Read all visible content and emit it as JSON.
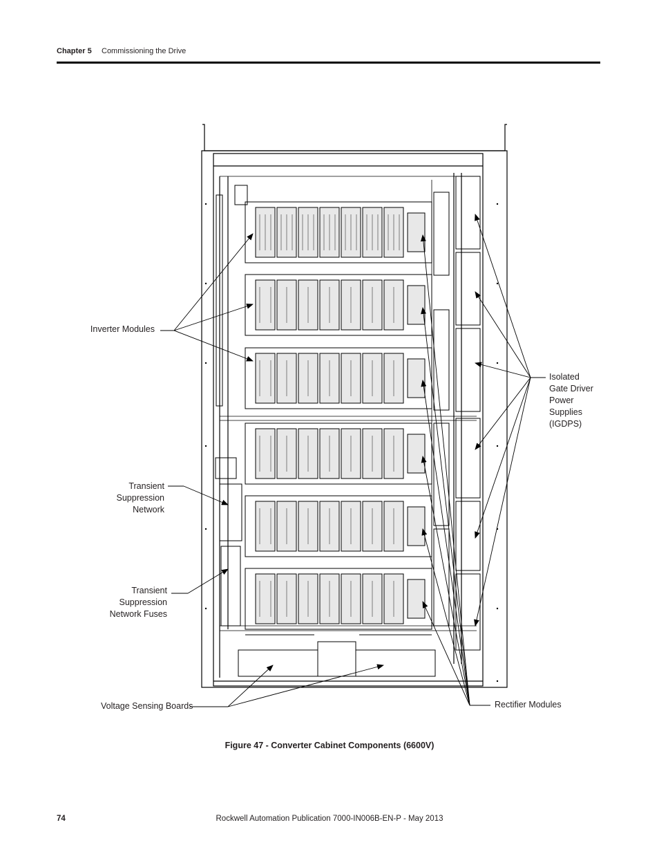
{
  "header": {
    "chapter": "Chapter 5",
    "title": "Commissioning the Drive"
  },
  "labels": {
    "inverter_modules": "Inverter Modules",
    "igdps": [
      "Isolated",
      "Gate Driver",
      "Power",
      "Supplies",
      "(IGDPS)"
    ],
    "transient_suppression_network": [
      "Transient",
      "Suppression",
      "Network"
    ],
    "transient_suppression_network_fuses": [
      "Transient",
      "Suppression",
      "Network Fuses"
    ],
    "voltage_sensing_boards": "Voltage Sensing Boards",
    "rectifier_modules": "Rectifier Modules"
  },
  "figure": {
    "caption": "Figure 47 - Converter Cabinet Components (6600V)"
  },
  "footer": {
    "page_number": "74",
    "publication": "Rockwell Automation Publication 7000-IN006B-EN-P - May 2013"
  }
}
